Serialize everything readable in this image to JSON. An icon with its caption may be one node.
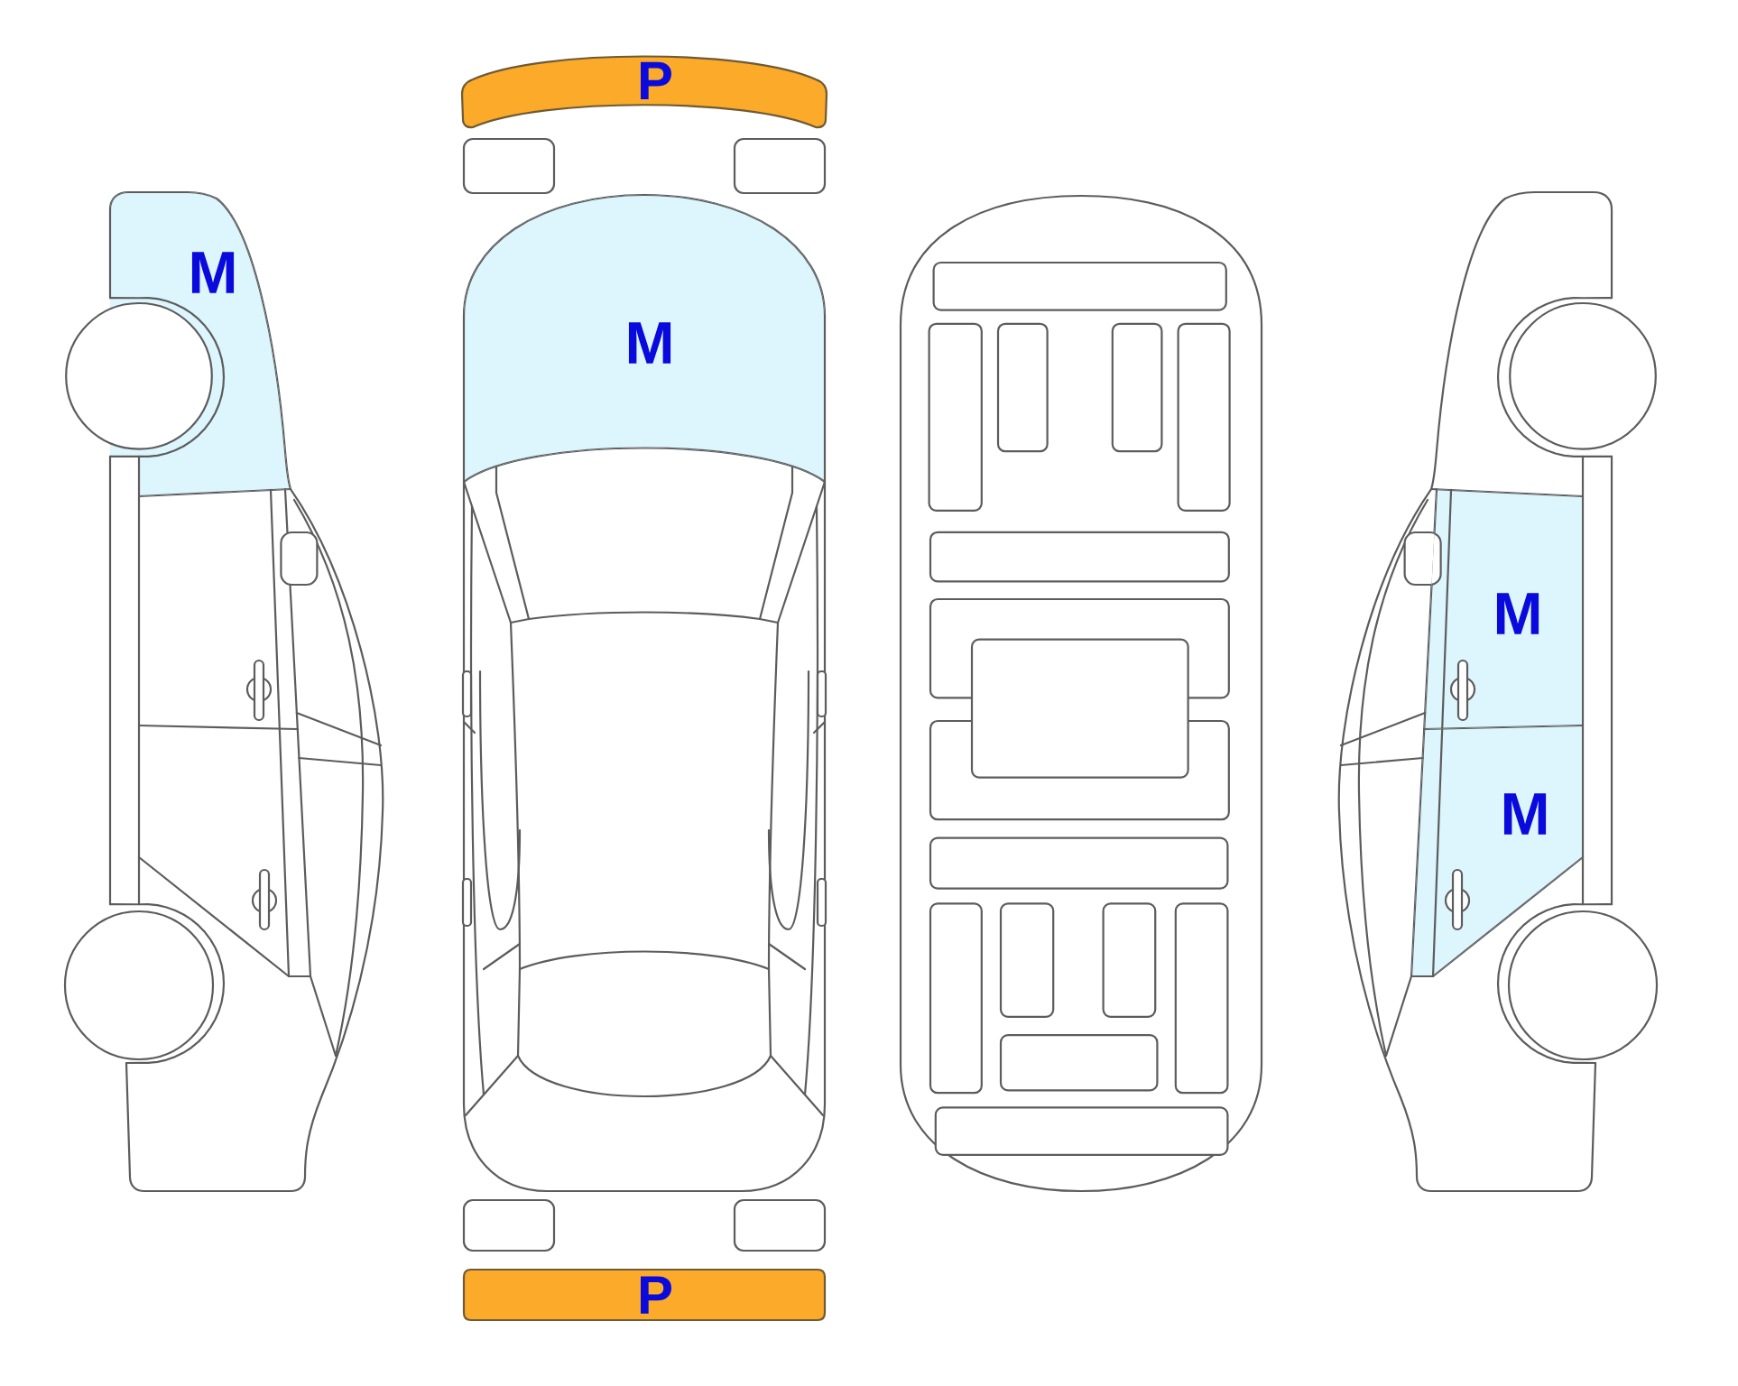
{
  "diagram": {
    "nodes": [
      {
        "text": [
          "P"
        ]
      },
      {
        "text": [
          "M"
        ]
      },
      {
        "text": [
          "M"
        ]
      },
      {
        "text": [
          "M"
        ]
      },
      {
        "text": [
          "M"
        ]
      },
      {
        "text": [
          "P"
        ]
      }
    ]
  }
}
